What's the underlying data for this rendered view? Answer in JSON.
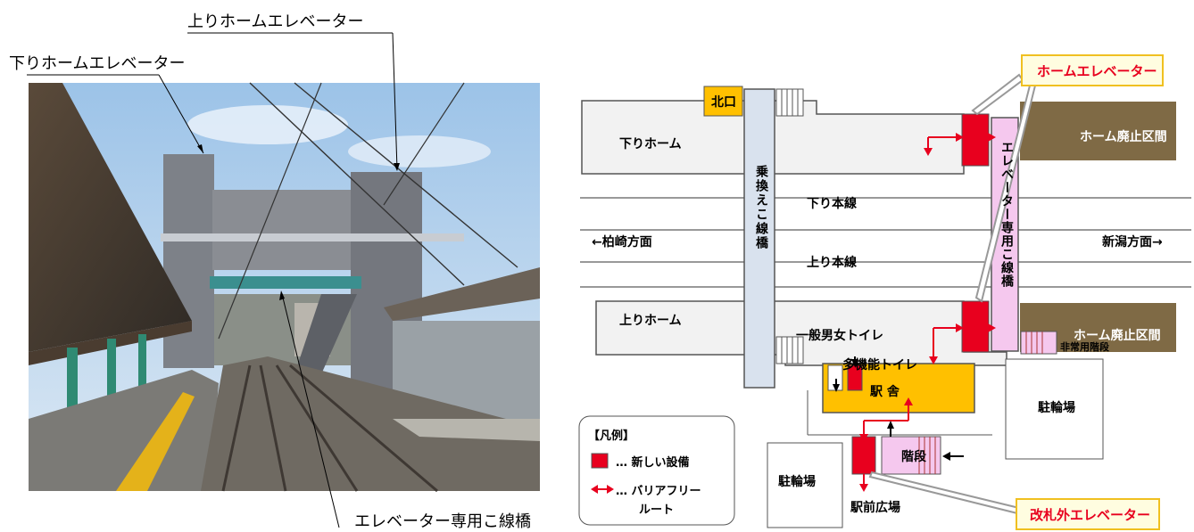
{
  "photo": {
    "captions": {
      "up_elevator": "上りホームエレベーター",
      "down_elevator": "下りホームエレベーター",
      "bridge": "エレベーター専用こ線橋"
    }
  },
  "map": {
    "labels": {
      "north_exit": "北口",
      "down_platform": "下りホーム",
      "up_platform": "上りホーム",
      "down_main_line": "下り本線",
      "up_main_line": "上り本線",
      "kashiwazaki": "←柏崎方面",
      "niigata": "新潟方面→",
      "transfer_bridge": "乗換えこ線橋",
      "elevator_bridge": "エレベーター専用こ線橋",
      "abolished_1": "ホーム廃止区間",
      "abolished_2": "ホーム廃止区間",
      "emergency_stairs": "非常用階段",
      "general_toilet": "一般男女トイレ",
      "multi_toilet": "多機能トイレ",
      "station_building": "駅 舎",
      "stairs": "階段",
      "bike_parking_1": "駐輪場",
      "bike_parking_2": "駐輪場",
      "station_plaza": "駅前広場"
    },
    "callouts": {
      "home_elevator": "ホームエレベーター",
      "outside_gate_elevator": "改札外エレベーター"
    },
    "legend": {
      "title": "【凡例】",
      "new_facility": "… 新しい設備",
      "barrier_free_1": "… バリアフリー",
      "barrier_free_2": "ルート"
    },
    "colors": {
      "new_facility": "#e8001e",
      "route_arrow": "#e8001e",
      "station_building": "#ffc000",
      "elevator_bridge": "#f5c8ee",
      "abolished_platform": "#7f6a45",
      "callout_text": "#e8001e",
      "callout_fill": "#fffde0"
    }
  }
}
